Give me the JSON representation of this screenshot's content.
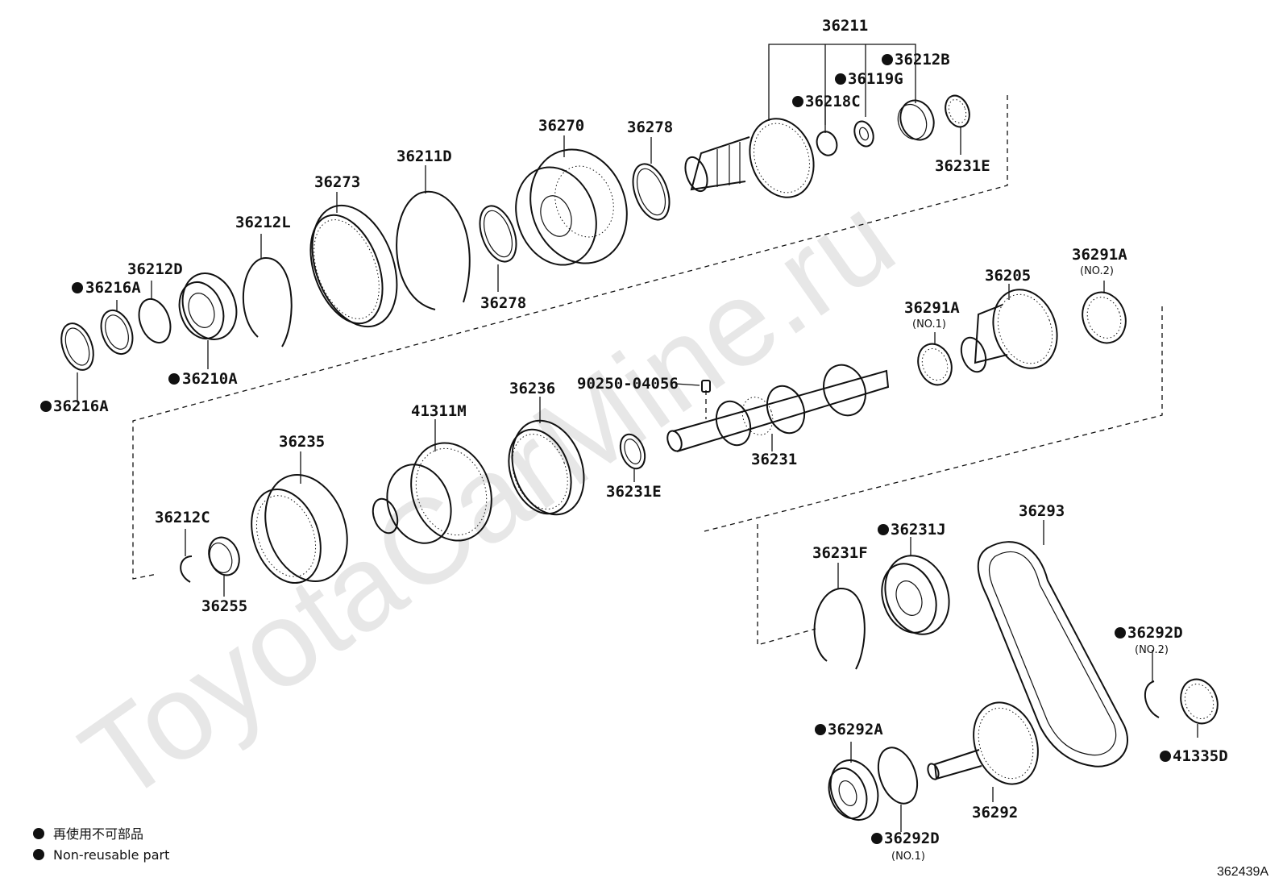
{
  "watermark": "ToyotaCarMine.ru",
  "diagram_code": "362439A",
  "legend": {
    "jp": "再使用不可部品",
    "en": "Non-reusable part"
  },
  "labels": {
    "p36211": "36211",
    "p36212B": "36212B",
    "p36119G": "36119G",
    "p36218C": "36218C",
    "p36231E_top": "36231E",
    "p36270": "36270",
    "p36278_a": "36278",
    "p36278_b": "36278",
    "p36211D": "36211D",
    "p36273": "36273",
    "p36212L": "36212L",
    "p36212D": "36212D",
    "p36216A_a": "36216A",
    "p36216A_b": "36216A",
    "p36210A": "36210A",
    "p36291A_no2": "36291A",
    "p36291A_no2_sub": "(NO.2)",
    "p36205": "36205",
    "p36291A_no1": "36291A",
    "p36291A_no1_sub": "(NO.1)",
    "p90250": "90250-04056",
    "p36236": "36236",
    "p41311M": "41311M",
    "p36235": "36235",
    "p36231": "36231",
    "p36231E_mid": "36231E",
    "p36212C": "36212C",
    "p36255": "36255",
    "p36293": "36293",
    "p36231J": "36231J",
    "p36231F": "36231F",
    "p36292D_no2": "36292D",
    "p36292D_no2_sub": "(NO.2)",
    "p41335D": "41335D",
    "p36292A": "36292A",
    "p36292": "36292",
    "p36292D_no1": "36292D",
    "p36292D_no1_sub": "(NO.1)"
  }
}
